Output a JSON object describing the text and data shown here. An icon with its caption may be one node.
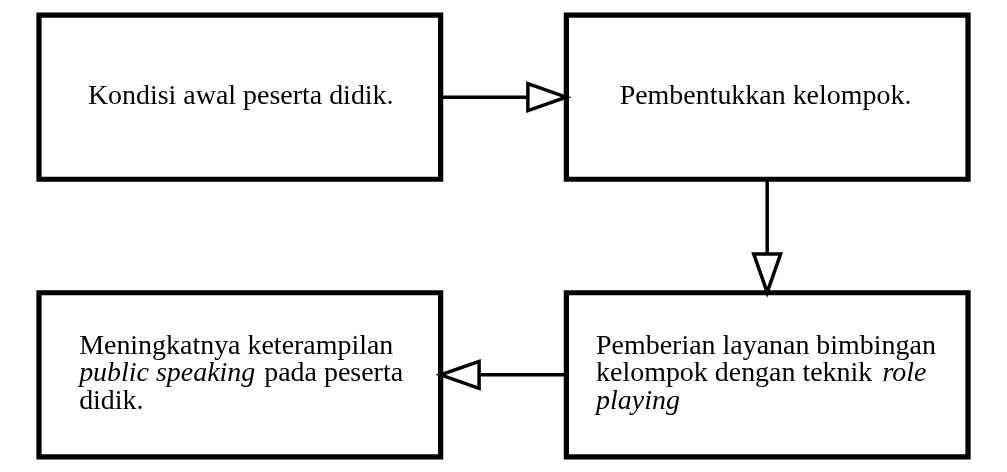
{
  "diagram": {
    "nodes": [
      {
        "text": [
          "Kondisi awal peserta didik."
        ]
      },
      {
        "text": [
          "Pembentukkan kelompok."
        ]
      },
      {
        "text": [
          "Meningkatnya keterampilan *public speaking* pada peserta didik."
        ]
      },
      {
        "text": [
          "Pemberian layanan bimbingan kelompok dengan teknik *role playing*"
        ]
      }
    ],
    "edges": [
      {
        "from": 0,
        "to": 1,
        "arrow": "to"
      },
      {
        "from": 1,
        "to": 3,
        "arrow": "to"
      },
      {
        "from": 3,
        "to": 2,
        "arrow": "to"
      }
    ]
  }
}
